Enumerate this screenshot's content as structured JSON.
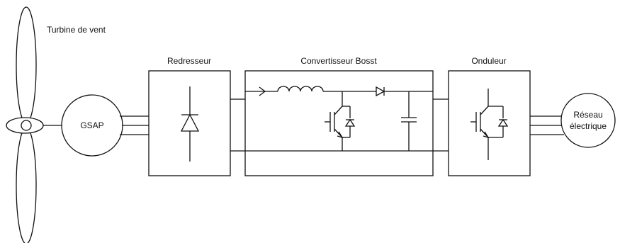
{
  "labels": {
    "turbine": "Turbine de vent",
    "generator": "GSAP",
    "rectifier": "Redresseur",
    "boost": "Convertisseur Bosst",
    "inverter": "Onduleur",
    "grid_line1": "Réseau",
    "grid_line2": "électrique"
  },
  "colors": {
    "line": "#111111",
    "background": "#ffffff"
  }
}
